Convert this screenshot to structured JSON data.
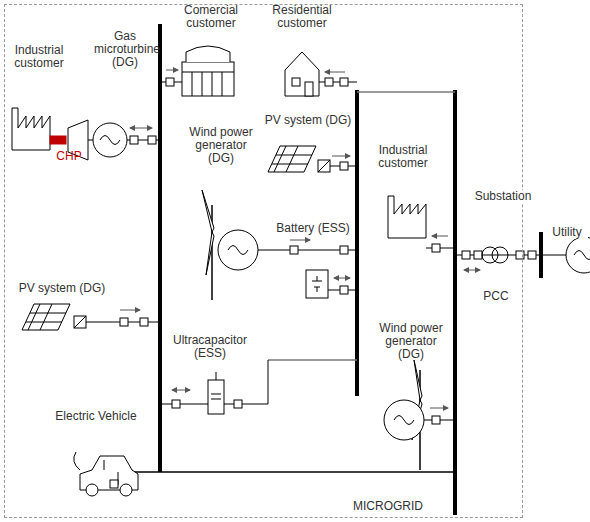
{
  "diagram": {
    "nodes": [
      {
        "text": [
          "MICROGRID"
        ]
      }
    ],
    "labels": [
      "Comercial customer",
      "Residential customer",
      "Industrial customer",
      "Gas microturbine (DG)",
      "CHP",
      "Wind power generator (DG)",
      "PV system (DG)",
      "Battery (ESS)",
      "Industrial customer",
      "Substation",
      "PCC",
      "Utility",
      "PV system (DG)",
      "Ultracapacitor (ESS)",
      "Wind power generator (DG)",
      "Electric Vehicle"
    ]
  }
}
